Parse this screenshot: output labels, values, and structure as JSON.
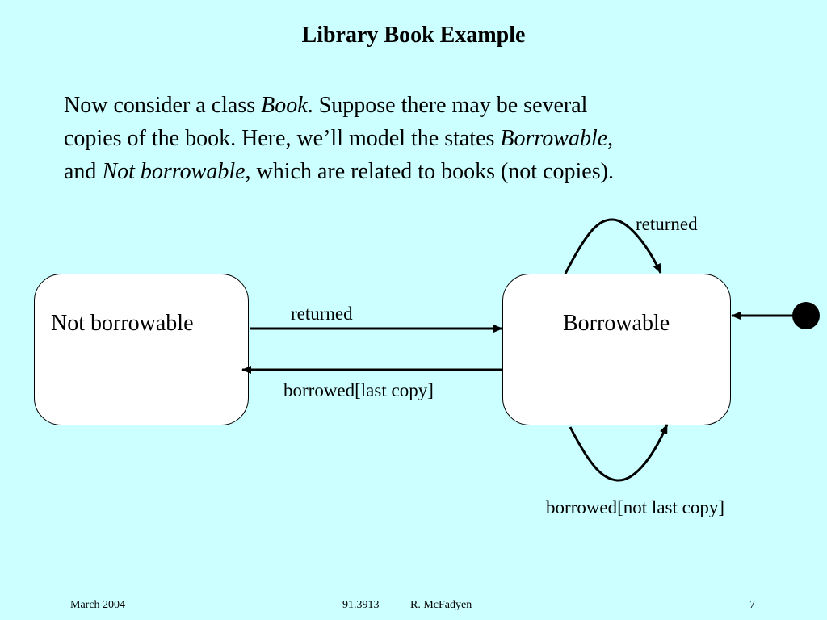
{
  "slide": {
    "title": "Library Book Example"
  },
  "body": {
    "line1_a": "Now consider a class ",
    "line1_em": "Book",
    "line1_b": ". Suppose there may be several",
    "line2_a": "copies of the book. Here, we’ll model the states ",
    "line2_em": "Borrowable",
    "line2_b": ",",
    "line3_a": "and ",
    "line3_em": "Not borrowable",
    "line3_b": ", which are related to books (not copies)."
  },
  "diagram": {
    "states": {
      "not_borrowable": "Not borrowable",
      "borrowable": "Borrowable"
    },
    "transitions": {
      "nb_to_b": "returned",
      "b_to_nb": "borrowed[last copy]",
      "b_self_top": "returned",
      "b_self_bottom": "borrowed[not last copy]"
    }
  },
  "footer": {
    "date": "March 2004",
    "course": "91.3913",
    "author": "R. McFadyen",
    "page": "7"
  }
}
